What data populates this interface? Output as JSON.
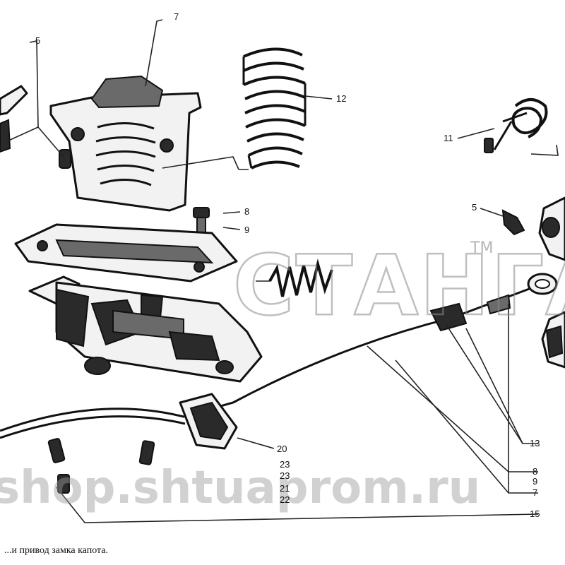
{
  "callouts": {
    "c5_top": "5",
    "c7": "7",
    "c12": "12",
    "c11": "11",
    "c5_right": "5",
    "c8": "8",
    "c9": "9",
    "c20": "20",
    "r13": "13",
    "r8": "8",
    "r9": "9",
    "r7": "7",
    "r15": "15",
    "l_a": "23",
    "l_b": "23",
    "l_c": "21",
    "l_d": "22"
  },
  "watermark": {
    "brand": "СТАНГА",
    "tm": "TM",
    "url": "shop.shtuaprom.ru"
  },
  "caption": "...и привод замка капота."
}
